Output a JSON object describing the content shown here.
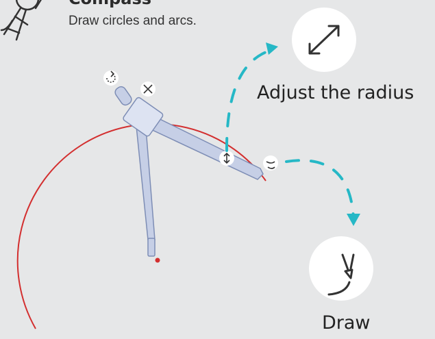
{
  "header": {
    "title": "Compass",
    "subtitle": "Draw circles and arcs."
  },
  "actions": {
    "adjust_radius_label": "Adjust the radius",
    "draw_label": "Draw"
  },
  "icons": {
    "tool": "compass-tool-icon",
    "adjust": "diagonal-double-arrow-icon",
    "draw": "pencil-tip-arc-icon",
    "rotate": "rotate-icon",
    "move": "move-crosshair-icon",
    "radius": "radius-arrows-icon",
    "pencil_handle": "pencil-tip-icon"
  },
  "colors": {
    "background": "#e6e7e8",
    "arc": "#d32f2f",
    "guide_arrow": "#26b8c6",
    "compass_fill": "#c6cfe6",
    "compass_stroke": "#7d8db5"
  }
}
